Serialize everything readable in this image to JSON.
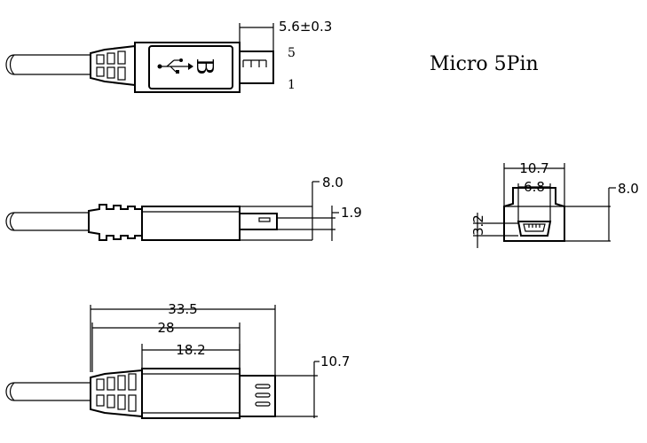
{
  "title": "Micro 5Pin",
  "top_view": {
    "dim_plug_length": "5.6±0.3",
    "pin_top": "5",
    "pin_bottom": "1",
    "plug_letter": "B"
  },
  "side_view": {
    "dim_height": "8.0",
    "dim_tongue": "1.9"
  },
  "end_view": {
    "dim_outer_width": "10.7",
    "dim_inner_width": "6.8",
    "dim_height": "8.0",
    "dim_opening": "3.2"
  },
  "bottom_view": {
    "dim_overall": "33.5",
    "dim_body": "28",
    "dim_housing": "18.2",
    "dim_width": "10.7"
  }
}
